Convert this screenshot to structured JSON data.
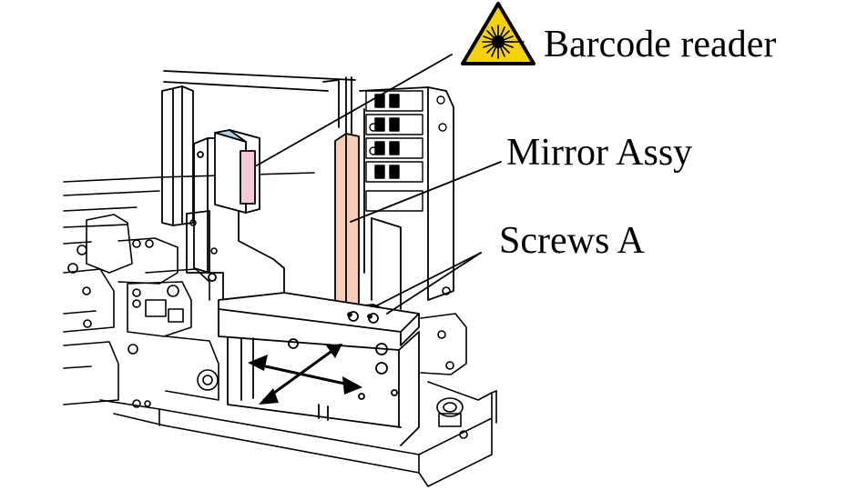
{
  "labels": {
    "barcode_reader": "Barcode reader",
    "mirror_assy": "Mirror Assy",
    "screws_a": "Screws A"
  },
  "icons": {
    "laser_warning": "laser-warning-icon"
  },
  "colors": {
    "line": "#000000",
    "background": "#ffffff",
    "warning_yellow": "#f5d20a",
    "mirror_fill": "#f6cdb6",
    "reader_window": "#f3c9d6",
    "reader_top": "#a9d2ec"
  }
}
